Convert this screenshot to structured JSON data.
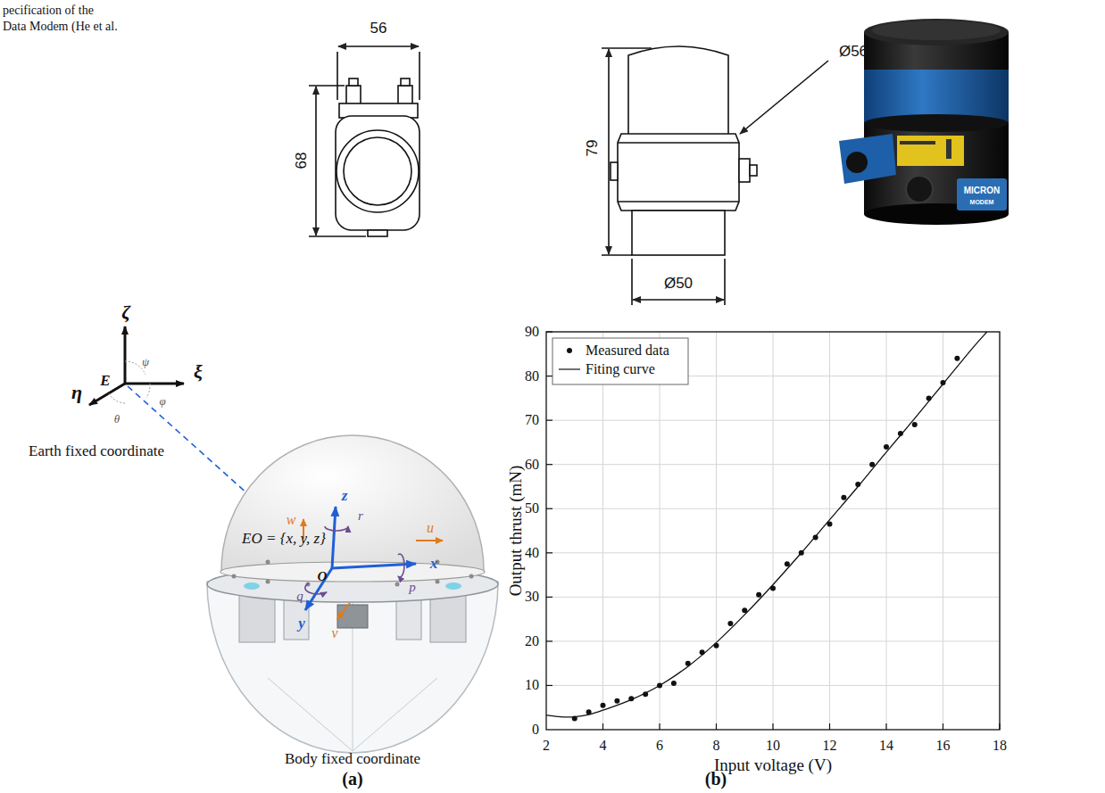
{
  "diagram": {
    "labels": [
      "pecification of the",
      "Data Modem (He et al.",
      "56",
      "68",
      "79",
      "Ø56",
      "Ø50",
      "MICRON",
      "MODEM",
      "ζ",
      "ξ",
      "η",
      "E",
      "ψ",
      "φ",
      "θ",
      "EO = {x, y, z}",
      "Earth fixed coordinate",
      "z",
      "r",
      "w",
      "u",
      "x",
      "O",
      "p",
      "q",
      "y",
      "v",
      "Body fixed coordinate",
      "(a)",
      "0",
      "10",
      "20",
      "30",
      "40",
      "50",
      "60",
      "70",
      "80",
      "90",
      "2",
      "4",
      "6",
      "8",
      "10",
      "12",
      "14",
      "16",
      "18",
      "Output thrust (mN)",
      "Input voltage (V)",
      "(b)"
    ],
    "legend": [
      {
        "text": "Measured data"
      },
      {
        "text": "Fiting curve"
      }
    ]
  }
}
